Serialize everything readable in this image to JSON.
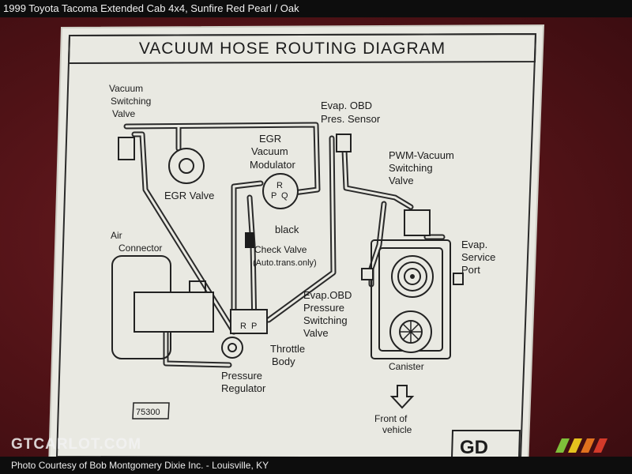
{
  "page": {
    "caption": "1999 Toyota Tacoma Extended Cab 4x4,  Sunfire Red Pearl / Oak",
    "watermark": "GTCARLOT.COM",
    "credit": "Photo Courtesy of Bob Montgomery Dixie Inc. - Louisville, KY"
  },
  "diagram": {
    "title": "VACUUM HOSE ROUTING DIAGRAM",
    "labels": {
      "vsv_1": "Vacuum",
      "vsv_2": "Switching",
      "vsv_3": "Valve",
      "egr_valve": "EGR Valve",
      "egr_mod_1": "EGR",
      "egr_mod_2": "Vacuum",
      "egr_mod_3": "Modulator",
      "evap_sensor_1": "Evap. OBD",
      "evap_sensor_2": "Pres. Sensor",
      "pwm_1": "PWM-Vacuum",
      "pwm_2": "Switching",
      "pwm_3": "Valve",
      "air_1": "Air",
      "air_2": "Connector",
      "black": "black",
      "check_1": "Check Valve",
      "check_2": "(Auto.trans.only)",
      "service_1": "Evap.",
      "service_2": "Service",
      "service_3": "Port",
      "psv_1": "Evap.OBD",
      "psv_2": "Pressure",
      "psv_3": "Switching",
      "psv_4": "Valve",
      "throttle_1": "Throttle",
      "throttle_2": "Body",
      "pressure_1": "Pressure",
      "pressure_2": "Regulator",
      "canister": "Canister",
      "front_1": "Front of",
      "front_2": "vehicle",
      "code": "75300",
      "corner": "GD",
      "port_r": "R",
      "port_p": "P",
      "port_q": "Q",
      "tb_r": "R",
      "tb_p": "P"
    }
  },
  "colors": {
    "background": "#5a1418",
    "label": "#e9e9e2",
    "ink": "#1c1c1c",
    "logo_stripes": [
      "#7fbf3a",
      "#e6c21e",
      "#e2721e",
      "#d43a2a"
    ]
  },
  "icons": [
    "front-arrow-icon",
    "gtcarlot-stripes-logo"
  ]
}
